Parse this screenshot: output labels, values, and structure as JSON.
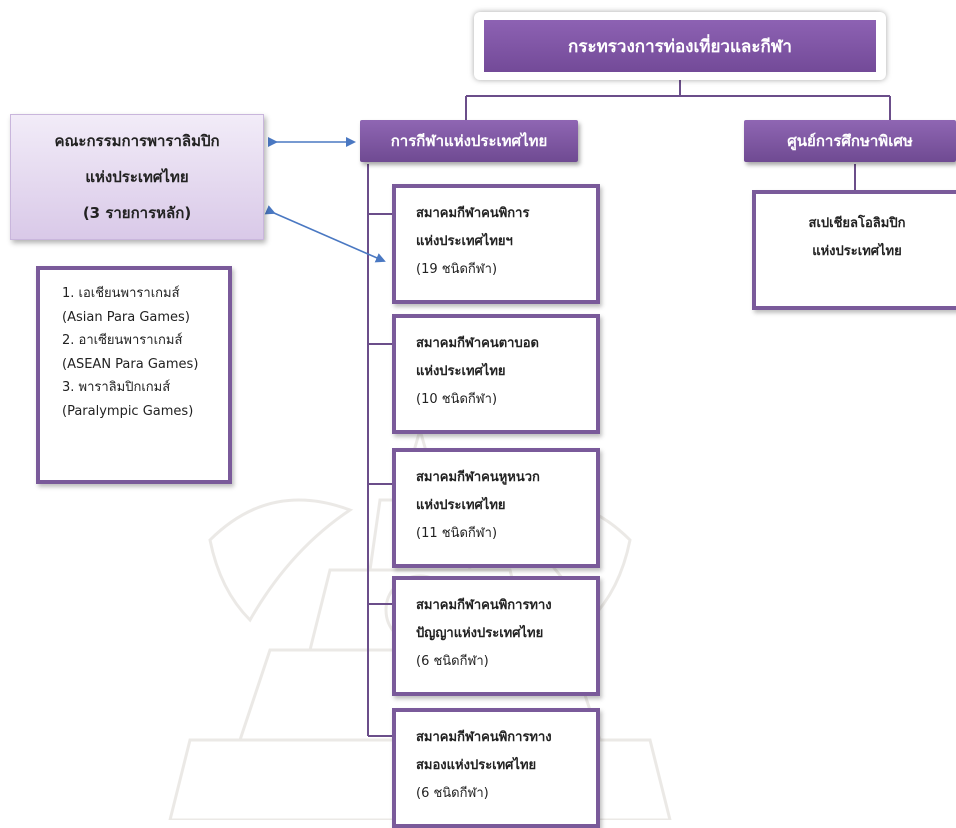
{
  "ministry": "กระทรวงการท่องเที่ยวและกีฬา",
  "sat": "การกีฬาแห่งประเทศไทย",
  "special_center": "ศูนย์การศึกษาพิเศษ",
  "special_olympics": [
    "สเปเชียลโอลิมปิก",
    "แห่งประเทศไทย"
  ],
  "council": [
    "คณะกรรมการพาราลิมปิก",
    "แห่งประเทศไทย",
    "(3 รายการหลัก)"
  ],
  "events": [
    "1. เอเชียนพาราเกมส์",
    "(Asian Para Games)",
    "2. อาเซียนพาราเกมส์",
    "(ASEAN Para Games)",
    "3. พาราลิมปิกเกมส์",
    "(Paralympic Games)"
  ],
  "associations": [
    {
      "line1": "สมาคมกีฬาคนพิการ",
      "line2": "แห่งประเทศไทยฯ",
      "count": "(19 ชนิดกีฬา)"
    },
    {
      "line1": "สมาคมกีฬาคนตาบอด",
      "line2": "แห่งประเทศไทย",
      "count": "(10 ชนิดกีฬา)"
    },
    {
      "line1": "สมาคมกีฬาคนหูหนวก",
      "line2": "แห่งประเทศไทย",
      "count": "(11 ชนิดกีฬา)"
    },
    {
      "line1": "สมาคมกีฬาคนพิการทาง",
      "line2": "ปัญญาแห่งประเทศไทย",
      "count": "(6 ชนิดกีฬา)"
    },
    {
      "line1": "สมาคมกีฬาคนพิการทาง",
      "line2": "สมองแห่งประเทศไทย",
      "count": "(6 ชนิดกีฬา)"
    }
  ],
  "colors": {
    "header_purple": "#7b55a0",
    "border_purple": "#7a5a9a",
    "connector_purple": "#6b4e8a",
    "arrow_blue": "#4a78c2",
    "council_fill": "#e4d8ef"
  }
}
